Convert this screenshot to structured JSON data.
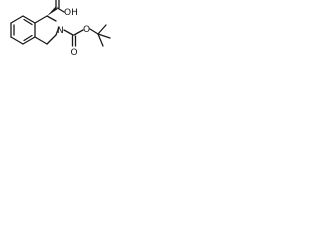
{
  "molecule": {
    "labels": {
      "carboxyl_oh": "OH",
      "carbonyl_o1": "O",
      "nitrogen": "N",
      "carbonyl_o2": "O",
      "ester_o": "O"
    }
  },
  "colors": {
    "bond": "#1a1a1a",
    "text": "#111111",
    "background": "#ffffff"
  }
}
